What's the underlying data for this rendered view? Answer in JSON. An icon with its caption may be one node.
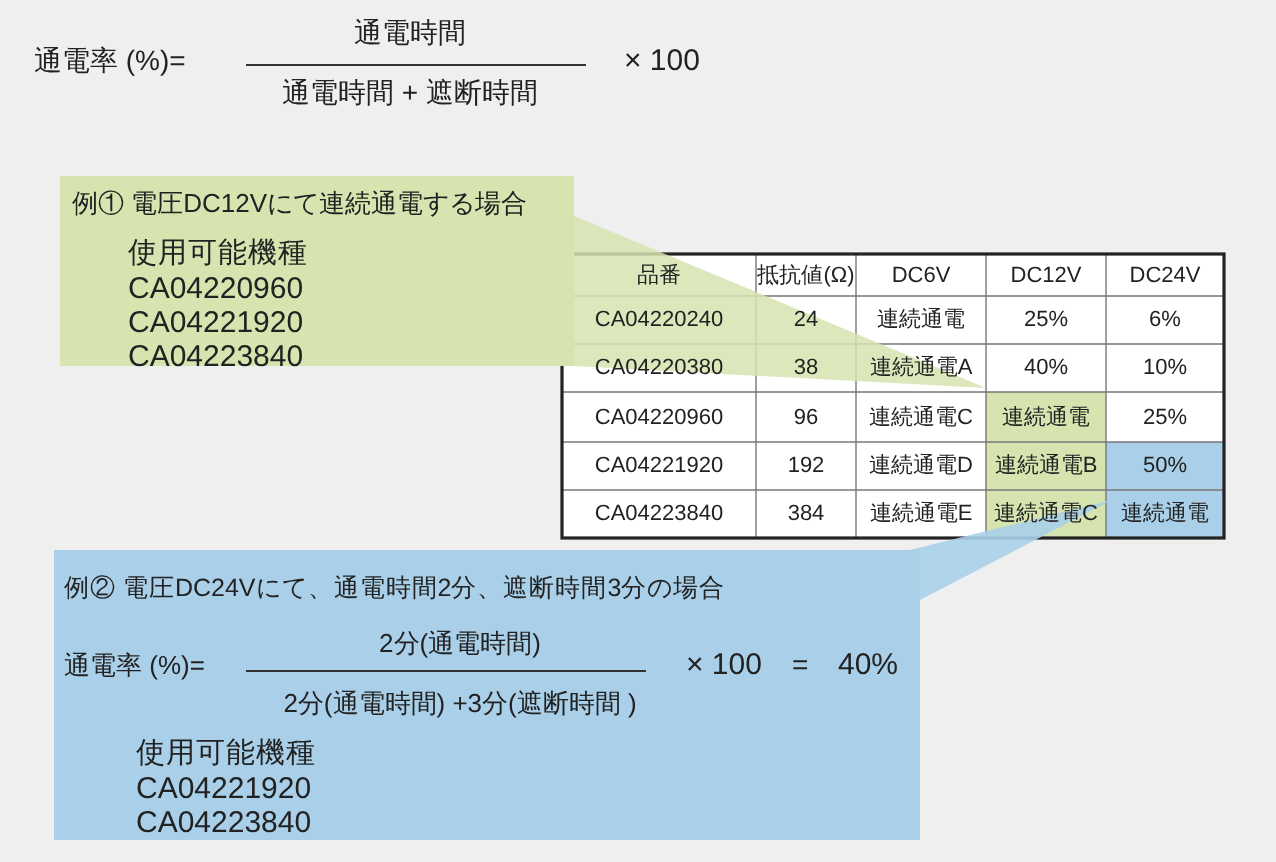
{
  "diagram": {
    "nodes": [
      {
        "text": [
          "例① 電圧DC12Vにて連続通電する場合",
          "使用可能機種",
          "CA04220960",
          "CA04221920",
          "CA04223840"
        ]
      },
      {
        "text": [
          "例② 電圧DC24Vにて、通電時間2分、遮断時間3分の場合",
          "通電率 (%)=",
          "2分(通電時間)",
          "2分(通電時間) +3分(遮断時間 )",
          "× 100",
          "=",
          "40%",
          "使用可能機種",
          "CA04221920",
          "CA04223840"
        ]
      }
    ],
    "labels": [
      "通電率 (%)=",
      "通電時間",
      "通電時間 + 遮断時間",
      "× 100",
      "品番",
      "抵抗値(Ω)",
      "DC6V",
      "DC12V",
      "DC24V",
      "CA04220240",
      "24",
      "連続通電",
      "25%",
      "6%",
      "CA04220380",
      "38",
      "連続通電A",
      "40%",
      "10%",
      "CA04220960",
      "96",
      "連続通電C",
      "連続通電",
      "25%",
      "CA04221920",
      "192",
      "連続通電D",
      "連続通電B",
      "50%",
      "CA04223840",
      "384",
      "連続通電E",
      "連続通電C",
      "連続通電"
    ]
  }
}
